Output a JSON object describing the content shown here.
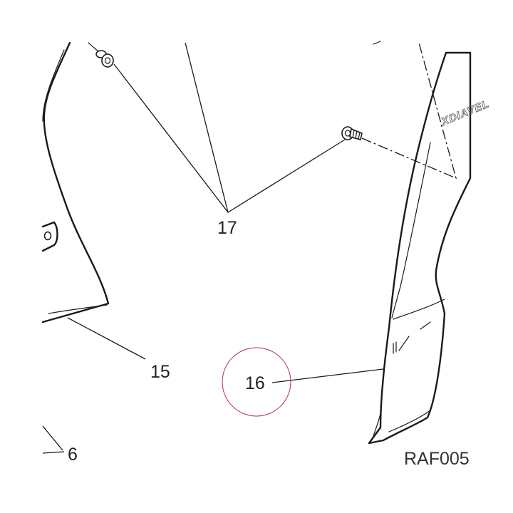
{
  "diagram": {
    "callouts": {
      "part_15": "15",
      "part_16": "16",
      "part_17": "17",
      "part_6": "6"
    },
    "figure_code": "RAF005",
    "panel_marking": "XDIAVEL",
    "highlighted_callout": "16",
    "colors": {
      "line": "#1a1a1a",
      "highlight_circle": "#b0304a",
      "background": "#ffffff"
    }
  }
}
